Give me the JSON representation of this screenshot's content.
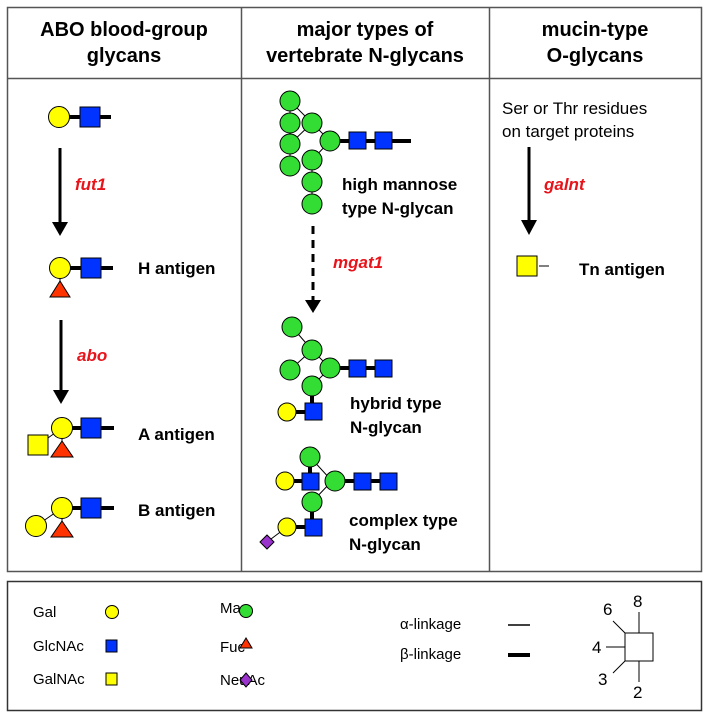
{
  "colors": {
    "gal": "#ffff00",
    "glcnac": "#0033ff",
    "galnac": "#ffff00",
    "man": "#33dd33",
    "fuc": "#ff3300",
    "neuac": "#9933cc",
    "enzyme_text": "#e8141b",
    "border": "#555555"
  },
  "columns": [
    {
      "title_line1": "ABO blood-group",
      "title_line2": "glycans"
    },
    {
      "title_line1": "major types of",
      "title_line2": "vertebrate N-glycans"
    },
    {
      "title_line1": "mucin-type",
      "title_line2": "O-glycans"
    }
  ],
  "abo": {
    "enzyme1": "fut1",
    "enzyme2": "abo",
    "h_label": "H antigen",
    "a_label": "A antigen",
    "b_label": "B antigen"
  },
  "nglycan": {
    "high_mannose_line1": "high mannose",
    "high_mannose_line2": "type N-glycan",
    "enzyme": "mgat1",
    "hybrid_line1": "hybrid type",
    "hybrid_line2": "N-glycan",
    "complex_line1": "complex type",
    "complex_line2": "N-glycan"
  },
  "oglycan": {
    "source_line1": "Ser or Thr residues",
    "source_line2": "on target proteins",
    "enzyme": "galnt",
    "tn_label": "Tn antigen"
  },
  "legend": {
    "items": [
      {
        "name": "Gal",
        "shape": "circle",
        "color_key": "gal"
      },
      {
        "name": "GlcNAc",
        "shape": "square",
        "color_key": "glcnac"
      },
      {
        "name": "GalNAc",
        "shape": "square",
        "color_key": "galnac"
      },
      {
        "name": "Man",
        "shape": "circle",
        "color_key": "man"
      },
      {
        "name": "Fuc",
        "shape": "triangle",
        "color_key": "fuc"
      },
      {
        "name": "NeuAc",
        "shape": "diamond",
        "color_key": "neuac"
      }
    ],
    "alpha_label": "α-linkage",
    "beta_label": "β-linkage",
    "positions": {
      "p6": "6",
      "p8": "8",
      "p4": "4",
      "p3": "3",
      "p2": "2"
    }
  }
}
